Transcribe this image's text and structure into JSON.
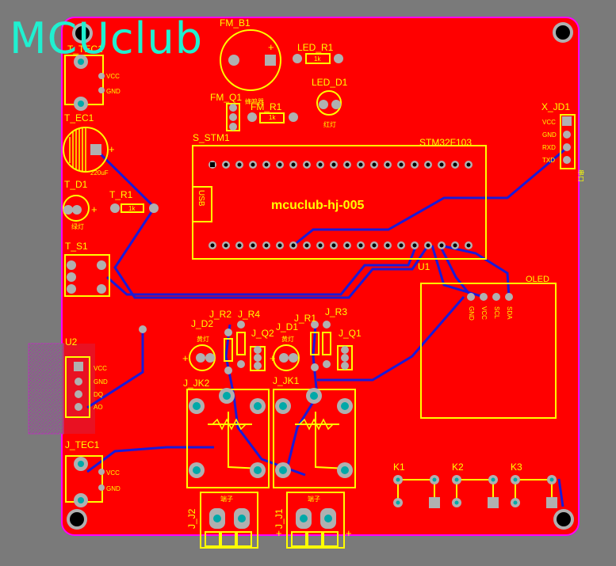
{
  "logo": {
    "text": "MCUclub"
  },
  "board": {
    "main_label": "mcuclub-hj-005",
    "mcu_title": "STM32F103",
    "usb_label": "USB"
  },
  "designators": {
    "fm_b1": "FM_B1",
    "led_r1": "LED_R1",
    "led_d1": "LED_D1",
    "fm_q1": "FM_Q1",
    "fm_r1": "FM_R1",
    "t_tec1_top": "T_TEC1",
    "t_ec1": "T_EC1",
    "t_d1": "T_D1",
    "t_r1": "T_R1",
    "t_s1": "T_S1",
    "s_stm1": "S_STM1",
    "x_jd1": "X_JD1",
    "u1": "U1",
    "oled": "OLED",
    "u2": "U2",
    "j_r2": "J_R2",
    "j_r4": "J_R4",
    "j_r1": "J_R1",
    "j_r3": "J_R3",
    "j_d2": "J_D2",
    "j_q2": "J_Q2",
    "j_d1": "J_D1",
    "j_q1": "J_Q1",
    "j_jk2": "J_JK2",
    "j_jk1": "J_JK1",
    "j_tec1": "J_TEC1",
    "j_j2": "J_J2",
    "j_j1": "J_J1",
    "k1": "K1",
    "k2": "K2",
    "k3": "K3"
  },
  "silk": {
    "vcc": "VCC",
    "gnd": "GND",
    "rxd": "RXD",
    "txd": "TXD",
    "cap_value": "220uF",
    "res_1k": "1k",
    "buzzer": "蜂鸣器",
    "red_light": "红灯",
    "green_light": "绿灯",
    "yellow_light": "黄灯",
    "terminal": "端子",
    "port": "串口",
    "plus": "+",
    "u2_pins": [
      "VCC",
      "GND",
      "DQ",
      "AO"
    ],
    "oled_pins": [
      "GND",
      "VCC",
      "SCL",
      "SDA"
    ]
  },
  "colors": {
    "board": "#ff0000",
    "silk": "#ffff00",
    "bottom_trace": "#1a1ad8",
    "outline": "#ff00ff",
    "pad": "#b0b0b0",
    "via_hole": "#00a8a8",
    "logo": "#20f0d0"
  }
}
